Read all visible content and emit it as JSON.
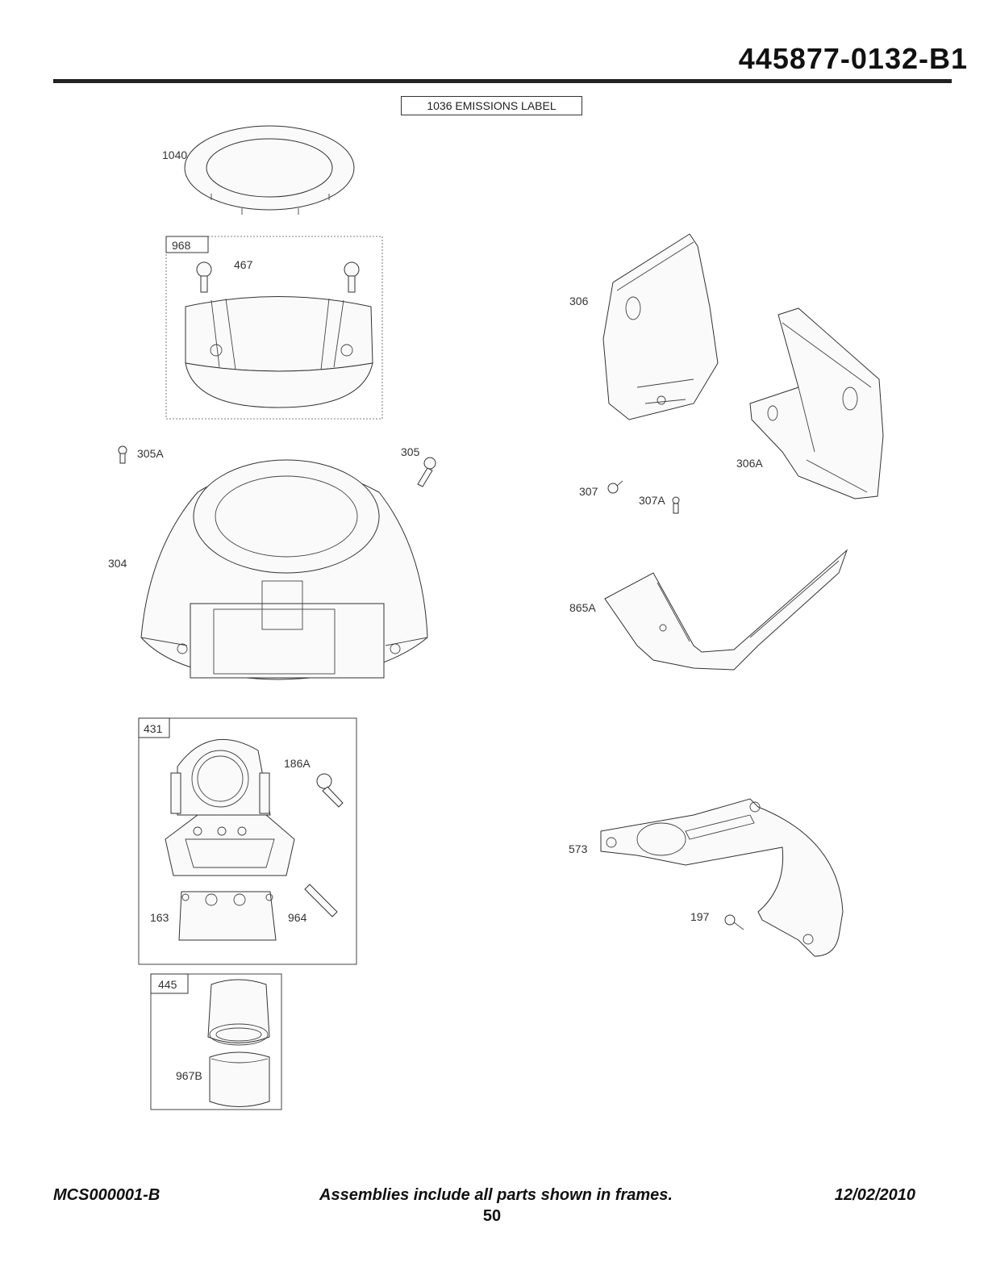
{
  "header": {
    "model_number": "445877-0132-B1"
  },
  "emissions_label": "1036 EMISSIONS LABEL",
  "parts": {
    "p1040": "1040",
    "p968": "968",
    "p467": "467",
    "p305A": "305A",
    "p305": "305",
    "p304": "304",
    "p306": "306",
    "p306A": "306A",
    "p307": "307",
    "p307A": "307A",
    "p865A": "865A",
    "p431": "431",
    "p186A": "186A",
    "p163": "163",
    "p964": "964",
    "p573": "573",
    "p197": "197",
    "p445": "445",
    "p967B": "967B"
  },
  "footer": {
    "doc_code": "MCS000001-B",
    "note": "Assemblies include all parts shown in frames.",
    "date": "12/02/2010",
    "page": "50"
  }
}
